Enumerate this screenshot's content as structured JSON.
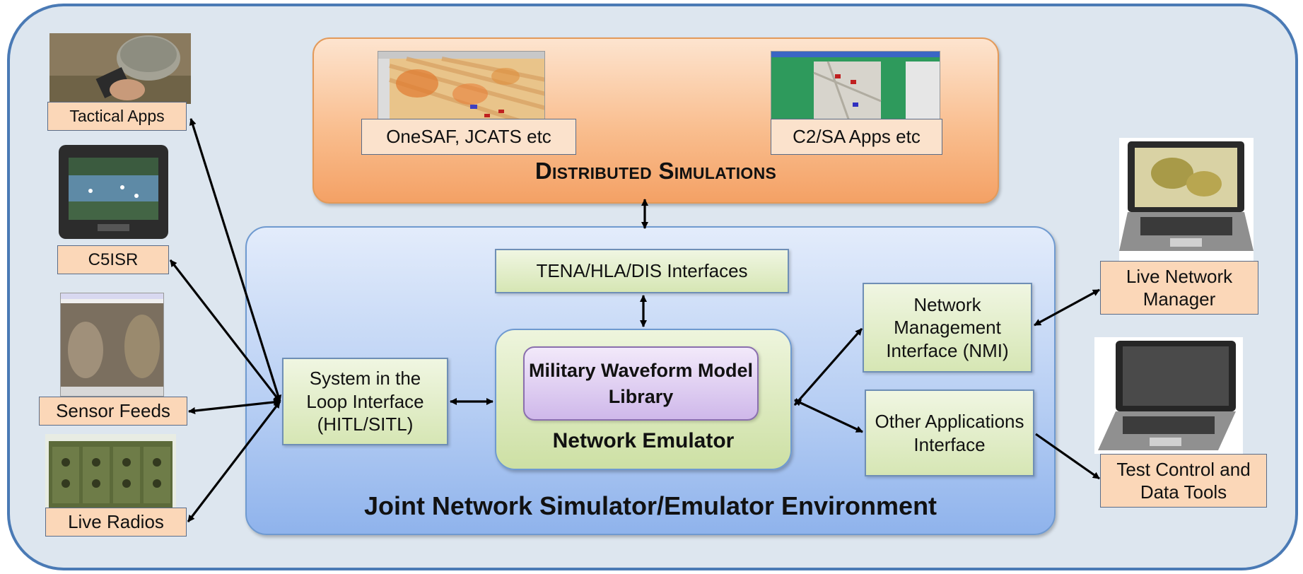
{
  "distributed_simulations": {
    "title": "Distributed Simulations",
    "left_label": "OneSAF, JCATS etc",
    "right_label": "C2/SA Apps etc"
  },
  "environment": {
    "title": "Joint Network Simulator/Emulator Environment",
    "tena_interfaces": "TENA/HLA/DIS Interfaces",
    "sitl_interface": "System in the Loop Interface (HITL/SITL)",
    "nmi_interface": "Network Management Interface (NMI)",
    "other_apps_interface": "Other Applications Interface",
    "waveform_library": "Military Waveform Model Library",
    "network_emulator": "Network Emulator"
  },
  "left_systems": {
    "tactical_apps": "Tactical Apps",
    "c5isr": "C5ISR",
    "sensor_feeds": "Sensor Feeds",
    "live_radios": "Live Radios"
  },
  "right_systems": {
    "live_network_manager": "Live Network Manager",
    "test_control": "Test Control and Data Tools"
  },
  "colors": {
    "frame_border": "#4a7ab5",
    "distributed_sim_fill": "#f9be8f",
    "environment_fill": "#b5cdf3",
    "interface_fill": "#d6e6b4",
    "waveform_fill": "#cfb8ea",
    "label_fill": "#fbd7b8"
  }
}
